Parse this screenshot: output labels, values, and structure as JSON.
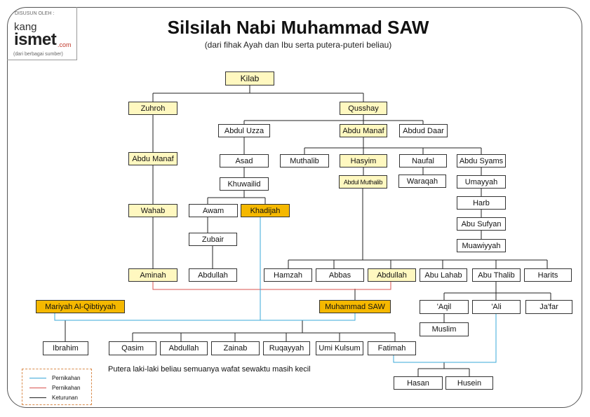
{
  "header": {
    "title": "Silsilah Nabi Muhammad SAW",
    "subtitle": "(dari fihak Ayah dan Ibu serta putera-puteri beliau)"
  },
  "credit": {
    "label": "DISUSUN OLEH :",
    "logo_kang": "kang",
    "logo_ismet": "ismet",
    "logo_com": ".com",
    "note": "(dari berbagai sumber)"
  },
  "nodes": {
    "kilab": "Kilab",
    "zuhroh": "Zuhroh",
    "qusshay": "Qusshay",
    "abdul_uzza": "Abdul Uzza",
    "abdu_manaf_q": "Abdu Manaf",
    "abdud_daar": "Abdud Daar",
    "abdu_manaf_z": "Abdu Manaf",
    "asad": "Asad",
    "muthalib": "Muthalib",
    "hasyim": "Hasyim",
    "naufal": "Naufal",
    "abdu_syams": "Abdu Syams",
    "khuwailid": "Khuwailid",
    "abdul_muthalib": "Abdul Muthalib",
    "waraqah": "Waraqah",
    "umayyah": "Umayyah",
    "wahab": "Wahab",
    "awam": "Awam",
    "khadijah": "Khadijah",
    "harb": "Harb",
    "zubair": "Zubair",
    "abu_sufyan": "Abu Sufyan",
    "muawiyyah": "Muawiyyah",
    "aminah": "Aminah",
    "abdullah_z": "Abdullah",
    "hamzah": "Hamzah",
    "abbas": "Abbas",
    "abdullah_am": "Abdullah",
    "abu_lahab": "Abu Lahab",
    "abu_thalib": "Abu Thalib",
    "harits": "Harits",
    "mariyah": "Mariyah Al-Qibtiyyah",
    "muhammad": "Muhammad SAW",
    "aqil": "'Aqil",
    "ali": "'Ali",
    "jafar": "Ja'far",
    "muslim": "Muslim",
    "ibrahim": "Ibrahim",
    "qasim": "Qasim",
    "abdullah_c": "Abdullah",
    "zainab": "Zainab",
    "ruqayyah": "Ruqayyah",
    "umi_kulsum": "Umi Kulsum",
    "fatimah": "Fatimah",
    "hasan": "Hasan",
    "husein": "Husein"
  },
  "note": "Putera laki-laki beliau semuanya wafat sewaktu masih kecil",
  "legend": [
    {
      "label": "Pernikahan",
      "color": "#3aa8d8"
    },
    {
      "label": "Pernikahan",
      "color": "#d9534f"
    },
    {
      "label": "Keturunan",
      "color": "#222222"
    }
  ],
  "colors": {
    "highlight_light": "#fff8c0",
    "highlight_gold": "#f5b800",
    "marriage_blue": "#3aa8d8",
    "marriage_red": "#d9534f",
    "descent": "#222222"
  }
}
